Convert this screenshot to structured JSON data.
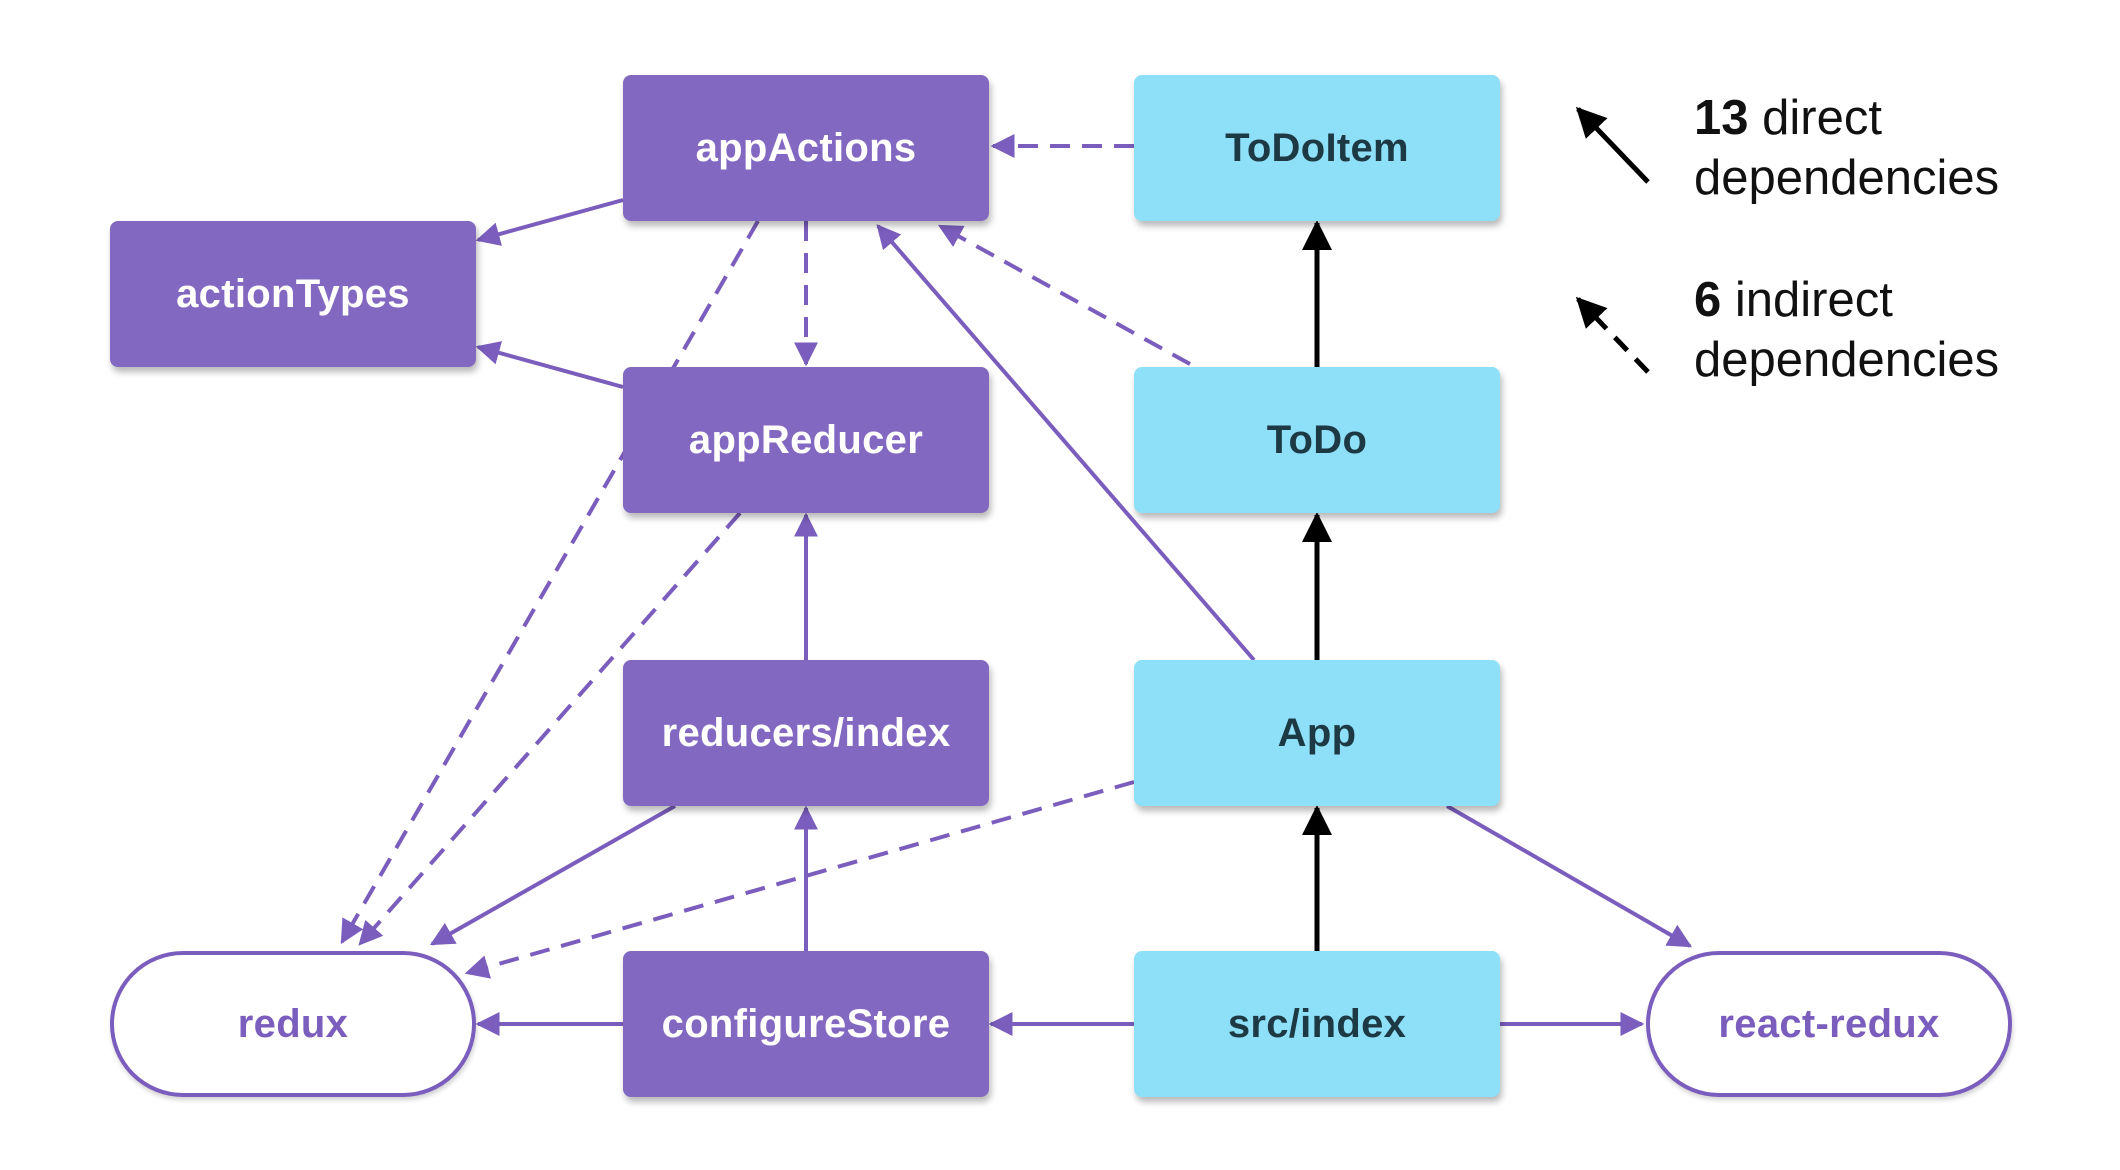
{
  "diagram": {
    "nodes": [
      {
        "id": "appActions",
        "label": "appActions",
        "style": "purple-box"
      },
      {
        "id": "actionTypes",
        "label": "actionTypes",
        "style": "purple-box"
      },
      {
        "id": "appReducer",
        "label": "appReducer",
        "style": "purple-box"
      },
      {
        "id": "reducersIndex",
        "label": "reducers/index",
        "style": "purple-box"
      },
      {
        "id": "configureStore",
        "label": "configureStore",
        "style": "purple-box"
      },
      {
        "id": "todoItem",
        "label": "ToDoItem",
        "style": "blue-box"
      },
      {
        "id": "todo",
        "label": "ToDo",
        "style": "blue-box"
      },
      {
        "id": "app",
        "label": "App",
        "style": "blue-box"
      },
      {
        "id": "srcIndex",
        "label": "src/index",
        "style": "blue-box"
      },
      {
        "id": "redux",
        "label": "redux",
        "style": "outline-pill"
      },
      {
        "id": "reactRedux",
        "label": "react-redux",
        "style": "outline-pill"
      }
    ],
    "edges": [
      {
        "from": "appActions",
        "to": "actionTypes",
        "kind": "direct",
        "color": "purple"
      },
      {
        "from": "appReducer",
        "to": "actionTypes",
        "kind": "direct",
        "color": "purple"
      },
      {
        "from": "reducersIndex",
        "to": "appReducer",
        "kind": "direct",
        "color": "purple"
      },
      {
        "from": "configureStore",
        "to": "reducersIndex",
        "kind": "direct",
        "color": "purple"
      },
      {
        "from": "configureStore",
        "to": "redux",
        "kind": "direct",
        "color": "purple"
      },
      {
        "from": "reducersIndex",
        "to": "redux",
        "kind": "direct",
        "color": "purple"
      },
      {
        "from": "srcIndex",
        "to": "configureStore",
        "kind": "direct",
        "color": "purple"
      },
      {
        "from": "srcIndex",
        "to": "reactRedux",
        "kind": "direct",
        "color": "purple"
      },
      {
        "from": "app",
        "to": "reactRedux",
        "kind": "direct",
        "color": "purple"
      },
      {
        "from": "app",
        "to": "appActions",
        "kind": "direct",
        "color": "purple"
      },
      {
        "from": "srcIndex",
        "to": "app",
        "kind": "direct",
        "color": "black"
      },
      {
        "from": "app",
        "to": "todo",
        "kind": "direct",
        "color": "black"
      },
      {
        "from": "todo",
        "to": "todoItem",
        "kind": "direct",
        "color": "black"
      },
      {
        "from": "todoItem",
        "to": "appActions",
        "kind": "indirect",
        "color": "purple"
      },
      {
        "from": "todo",
        "to": "appActions",
        "kind": "indirect",
        "color": "purple"
      },
      {
        "from": "appActions",
        "to": "appReducer",
        "kind": "indirect",
        "color": "purple"
      },
      {
        "from": "appActions",
        "to": "redux",
        "kind": "indirect",
        "color": "purple"
      },
      {
        "from": "appReducer",
        "to": "redux",
        "kind": "indirect",
        "color": "purple"
      },
      {
        "from": "app",
        "to": "redux",
        "kind": "indirect",
        "color": "purple"
      }
    ]
  },
  "legend": {
    "direct": {
      "count": "13",
      "line1_rest": " direct",
      "line2": "dependencies"
    },
    "indirect": {
      "count": "6",
      "line1_rest": " indirect",
      "line2": "dependencies"
    }
  },
  "colors": {
    "purple_box": "#8368C2",
    "purple_line": "#7A5DBD",
    "blue_box": "#8EDFF8",
    "blue_text": "#1D3A44",
    "black_line": "#000000"
  }
}
